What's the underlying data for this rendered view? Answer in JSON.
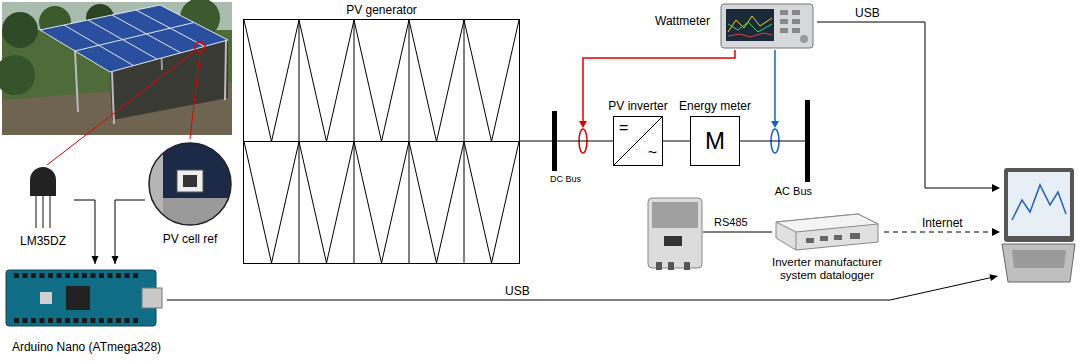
{
  "diagram": {
    "nodes": [
      {
        "text": [
          "PV generator"
        ]
      },
      {
        "text": [
          "DC Bus"
        ]
      },
      {
        "text": [
          "PV inverter",
          "=",
          "~"
        ]
      },
      {
        "text": [
          "Energy meter",
          "M"
        ]
      },
      {
        "text": [
          "AC Bus"
        ]
      },
      {
        "text": [
          "Wattmeter"
        ]
      },
      {
        "text": [
          "LM35DZ"
        ]
      },
      {
        "text": [
          "PV cell ref"
        ]
      },
      {
        "text": [
          "Arduino Nano (ATmega328)"
        ]
      },
      {
        "text": [
          "Inverter manufacturer system datalogger"
        ]
      }
    ],
    "edges": [
      {
        "from": 0,
        "to": 1,
        "arrow": "none"
      },
      {
        "from": 1,
        "to": 2,
        "arrow": "none"
      },
      {
        "from": 2,
        "to": 3,
        "arrow": "none"
      },
      {
        "from": 3,
        "to": 4,
        "arrow": "none"
      },
      {
        "from": 6,
        "to": 8,
        "arrow": "to"
      },
      {
        "from": 7,
        "to": 8,
        "arrow": "to"
      }
    ],
    "labels": [
      "USB",
      "RS485",
      "Internet",
      "USB"
    ]
  }
}
